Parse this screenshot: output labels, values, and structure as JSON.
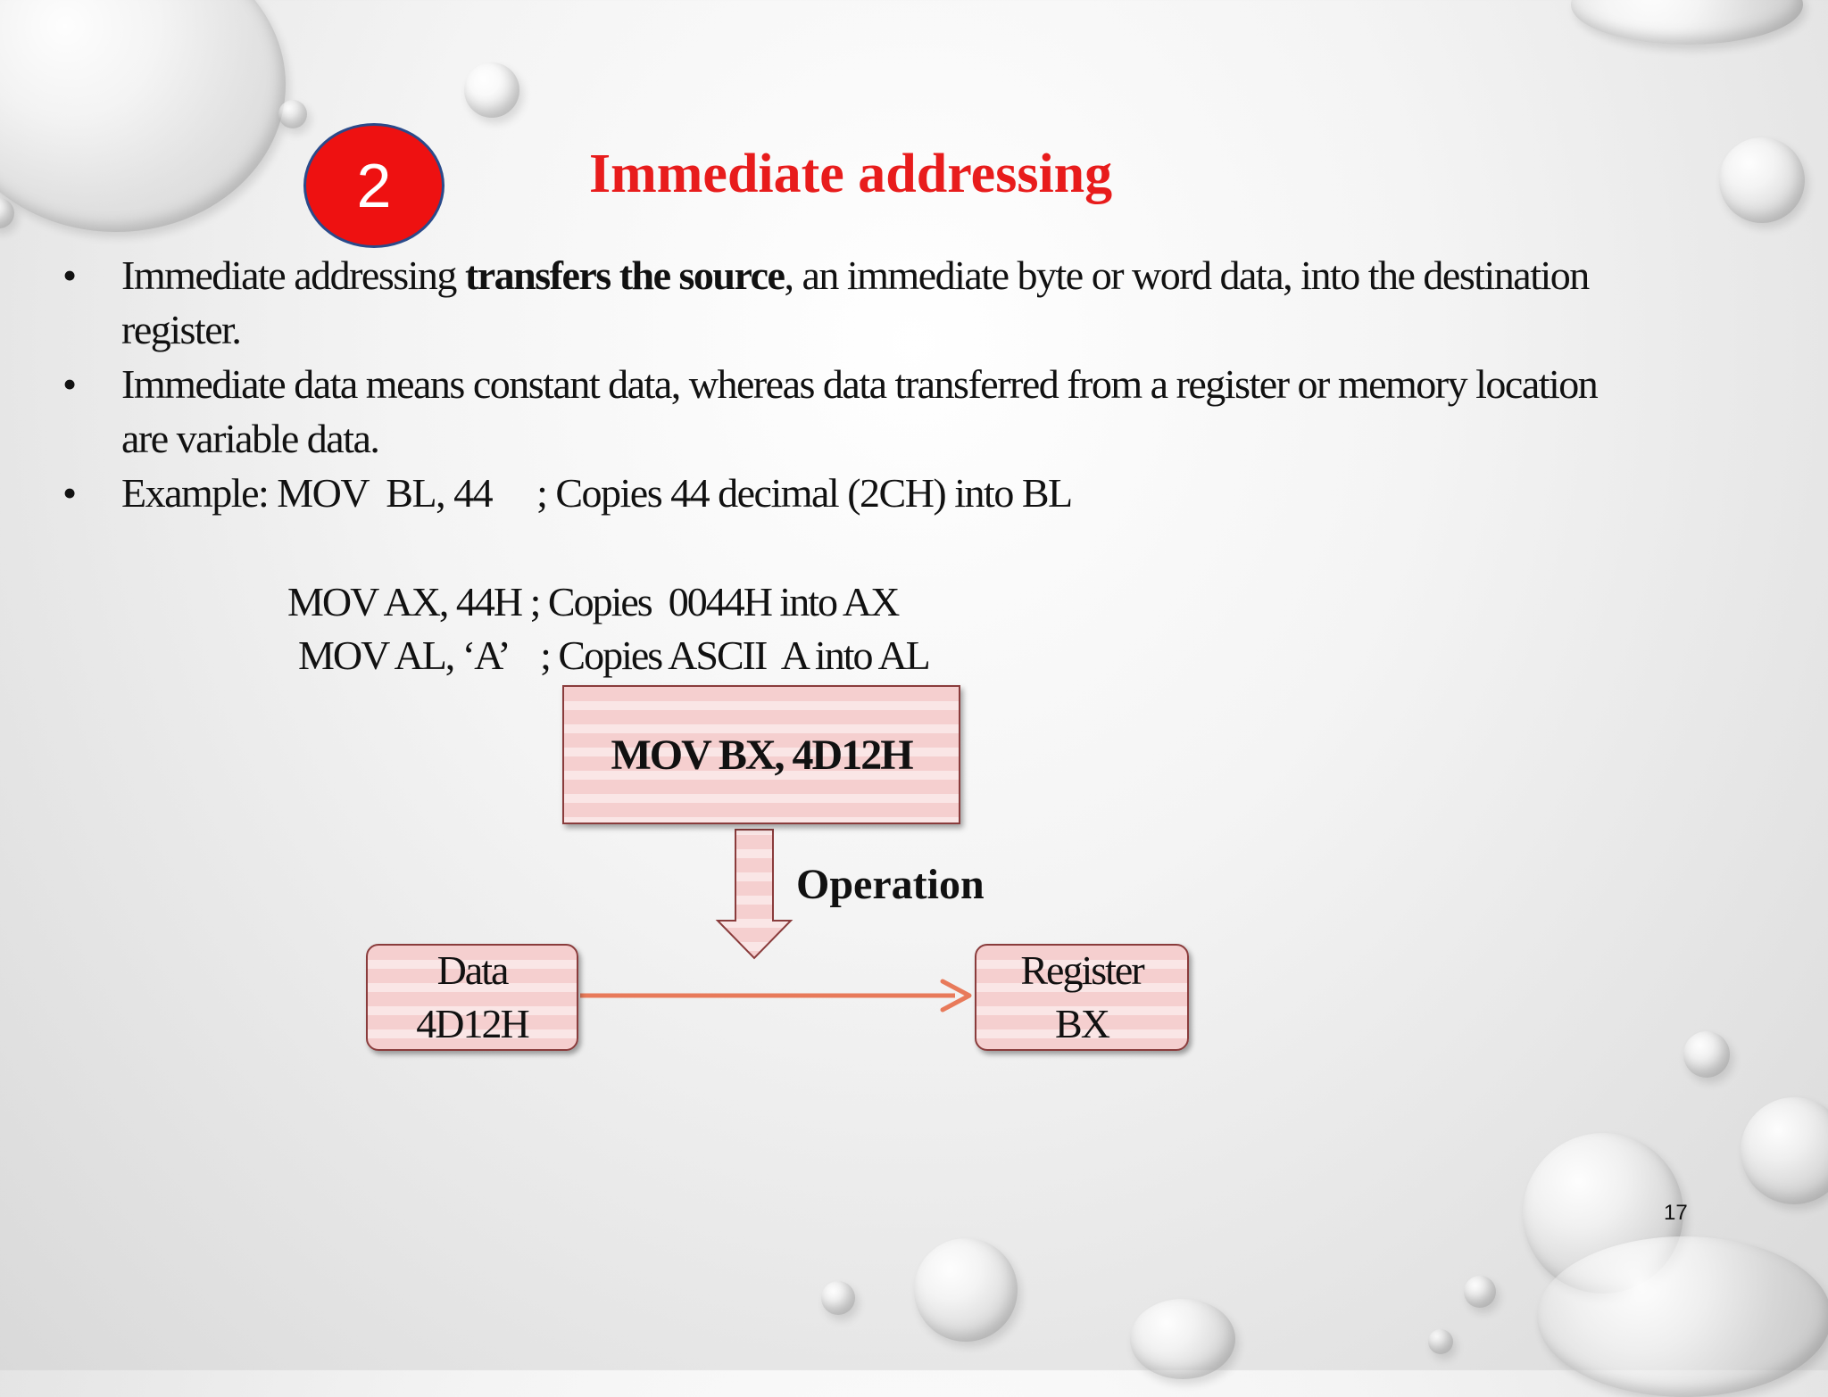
{
  "slide": {
    "number_badge": "2",
    "title": "Immediate addressing",
    "bullets": [
      {
        "pre": "Immediate addressing ",
        "bold": "transfers the source",
        "post": ", an immediate byte or word data, into the destination",
        "line2": "register."
      },
      {
        "text": "Immediate data means constant data, whereas data transferred from a register or memory location are variable data."
      },
      {
        "text": "Example: MOV  BL, 44     ; Copies 44 decimal (2CH) into BL"
      }
    ],
    "code_lines": [
      "MOV AX, 44H ; Copies  0044H into AX",
      "MOV AL, ‘A’    ; Copies ASCII  A into AL"
    ],
    "bullet_glyph": "•",
    "page_number": "17"
  },
  "diagram": {
    "instruction": "MOV BX, 4D12H",
    "operation_label": "Operation",
    "source": {
      "line1": "Data",
      "line2": "4D12H"
    },
    "destination": {
      "line1": "Register",
      "line2": "BX"
    }
  },
  "colors": {
    "title": "#e81c1c",
    "badge": "#ee1111",
    "arrow": "#e87a5a"
  }
}
